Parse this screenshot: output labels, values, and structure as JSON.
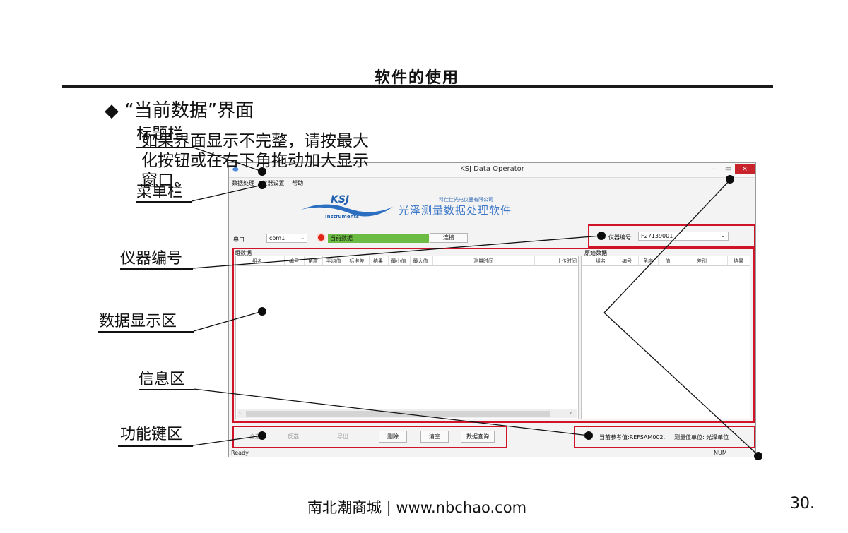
{
  "slide": {
    "title": "软件的使用",
    "section_heading": "◆ “当前数据”界面",
    "footer": "南北潮商城 | www.nbchao.com",
    "page_number": "30."
  },
  "callouts": {
    "title_bar": "标题栏",
    "menu_bar": "菜单栏",
    "instrument_number": "仪器编号",
    "data_display": "数据显示区",
    "info_area": "信息区",
    "function_keys": "功能键区"
  },
  "window": {
    "title": "KSJ Data Operator",
    "controls": {
      "minimize": "–",
      "maximize": "▭",
      "close": "×"
    },
    "menu": [
      "数据处理",
      "仪器设置",
      "帮助"
    ]
  },
  "banner": {
    "logo_text": "KSJ",
    "logo_sub": "Instruments",
    "company_small": "科仕佳光电仪器有限公司",
    "company_big": "光泽测量数据处理软件"
  },
  "connection": {
    "port_label": "串口",
    "port_value": "com1",
    "status_text": "当前数据",
    "connect_label": "连接"
  },
  "instrument": {
    "label": "仪器编号:",
    "value": "F27139001"
  },
  "group_table": {
    "label": "组数据",
    "columns": [
      "组名",
      "编号",
      "角度",
      "平均值",
      "标准差",
      "结果",
      "最小值",
      "最大值",
      "测量时间",
      "上传时间"
    ]
  },
  "original_table": {
    "label": "原始数据",
    "columns": [
      "组名",
      "编号",
      "角度",
      "值",
      "差别",
      "结果"
    ]
  },
  "note": "如果界面显示不完整，请按最大化按钮或在右下角拖动加大显示窗口。",
  "function_buttons": [
    {
      "label": "全选",
      "enabled": false
    },
    {
      "label": "反选",
      "enabled": false
    },
    {
      "label": "导出",
      "enabled": false
    },
    {
      "label": "删除",
      "enabled": true
    },
    {
      "label": "清空",
      "enabled": true
    },
    {
      "label": "数据查询",
      "enabled": true
    }
  ],
  "info": {
    "reference": "当前参考值:REFSAM002.",
    "unit": "测量值单位: 光泽单位"
  },
  "status_bar": {
    "ready": "Ready",
    "num": "NUM"
  },
  "colors": {
    "highlight_red": "#d1132a",
    "status_green": "#6cbb42",
    "close_red": "#c8232b",
    "brand_blue": "#3d78c8"
  }
}
